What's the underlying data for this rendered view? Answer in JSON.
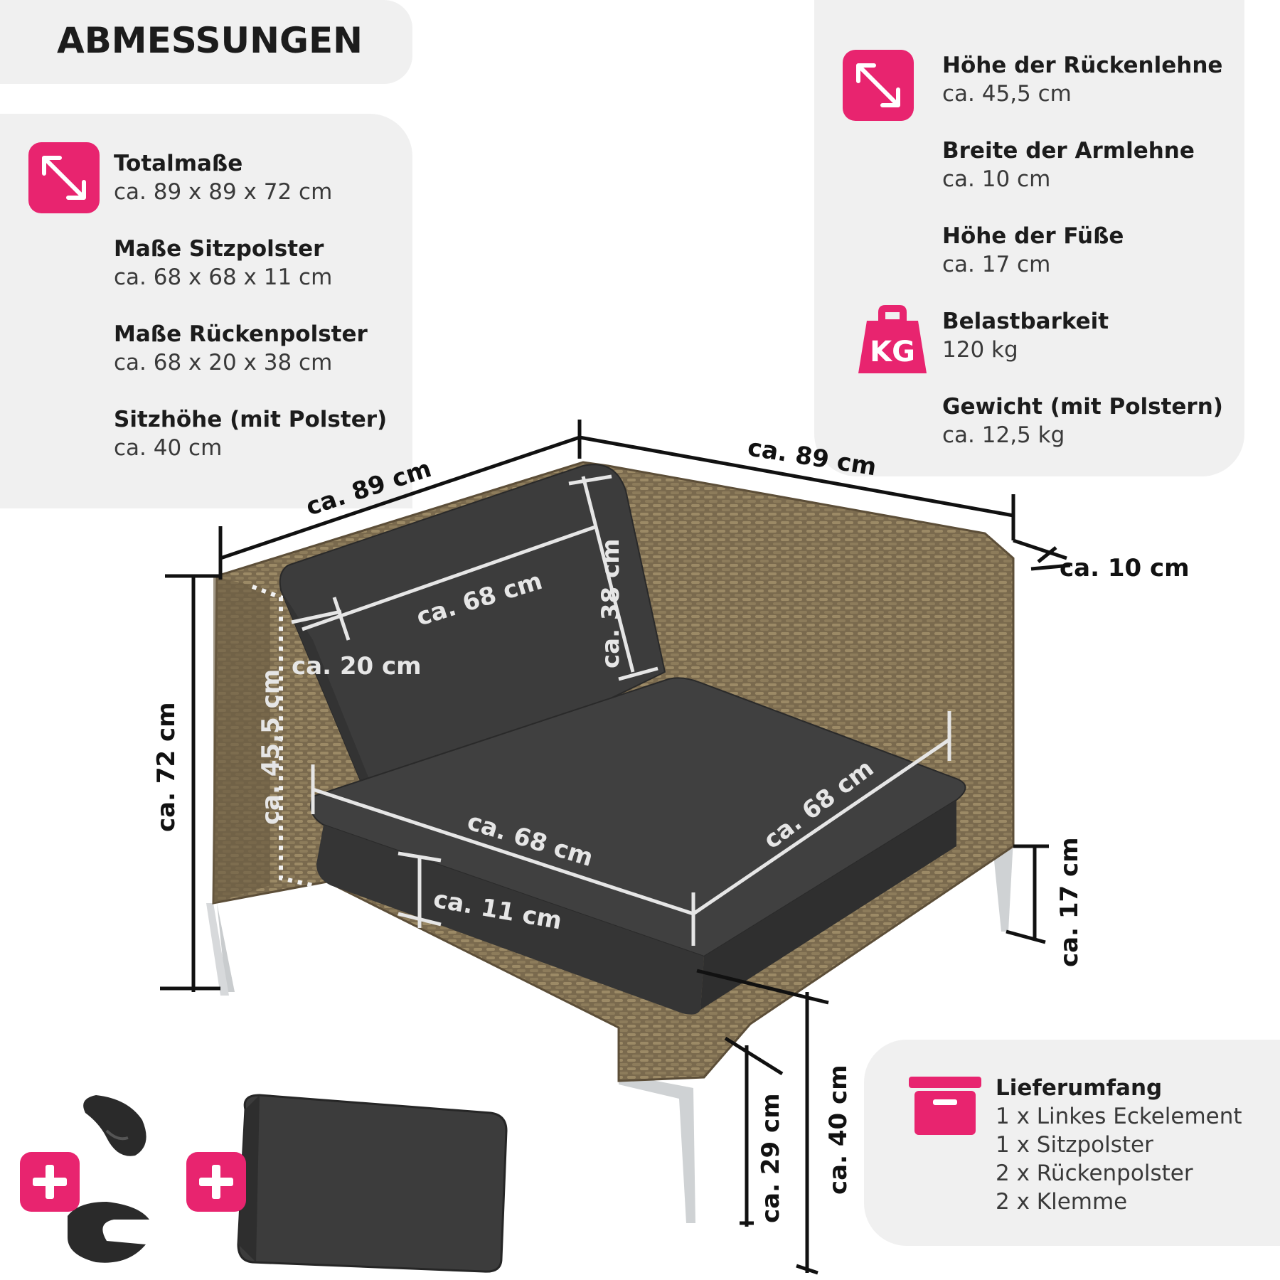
{
  "heading": "ABMESSUNGEN",
  "left_specs": [
    {
      "label": "Totalmaße",
      "value": "ca. 89 x 89 x 72 cm"
    },
    {
      "label": "Maße Sitzpolster",
      "value": "ca. 68 x 68 x 11 cm"
    },
    {
      "label": "Maße Rückenpolster",
      "value": "ca. 68 x 20 x 38 cm"
    },
    {
      "label": "Sitzhöhe (mit Polster)",
      "value": "ca. 40 cm"
    }
  ],
  "right_specs": [
    {
      "label": "Höhe der Rückenlehne",
      "value": "ca. 45,5 cm"
    },
    {
      "label": "Breite der Armlehne",
      "value": "ca. 10 cm"
    },
    {
      "label": "Höhe der Füße",
      "value": "ca. 17 cm"
    },
    {
      "label": "Belastbarkeit",
      "value": "120 kg"
    },
    {
      "label": "Gewicht (mit Polstern)",
      "value": "ca. 12,5 kg"
    }
  ],
  "icons": {
    "dimensions": "diagonal-arrow-icon",
    "weight": "weight-kg-icon",
    "weight_text": "KG",
    "box": "box-icon",
    "plus": "plus-icon",
    "accent_color": "#e8246f"
  },
  "measurements": {
    "width_left": "ca. 89 cm",
    "width_right": "ca. 89 cm",
    "armrest": "ca. 10 cm",
    "total_height": "ca. 72 cm",
    "back_height": "ca. 45,5 cm",
    "back_cushion_width": "ca. 68 cm",
    "back_cushion_height": "ca. 38 cm",
    "back_cushion_depth": "ca. 20 cm",
    "seat_width": "ca. 68 cm",
    "seat_depth": "ca. 68 cm",
    "seat_thickness": "ca. 11 cm",
    "feet_height": "ca. 17 cm",
    "frame_seat_height": "ca. 29 cm",
    "seat_height": "ca. 40 cm"
  },
  "delivery": {
    "title": "Lieferumfang",
    "items": [
      "1 x Linkes Eckelement",
      "1 x Sitzpolster",
      "2 x Rückenpolster",
      "2 x Klemme"
    ]
  }
}
